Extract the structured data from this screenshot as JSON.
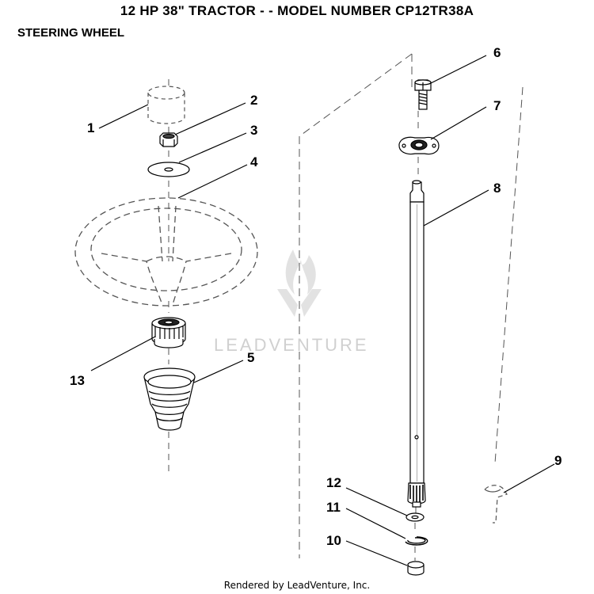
{
  "header": {
    "title": "12 HP 38\" TRACTOR - - MODEL NUMBER CP12TR38A",
    "subtitle": "STEERING WHEEL"
  },
  "watermark": {
    "text": "LEADVENTURE"
  },
  "footer": {
    "text": "Rendered by LeadVenture, Inc."
  },
  "callouts": {
    "c1": "1",
    "c2": "2",
    "c3": "3",
    "c4": "4",
    "c5": "5",
    "c6": "6",
    "c7": "7",
    "c8": "8",
    "c9": "9",
    "c10": "10",
    "c11": "11",
    "c12": "12",
    "c13": "13"
  }
}
